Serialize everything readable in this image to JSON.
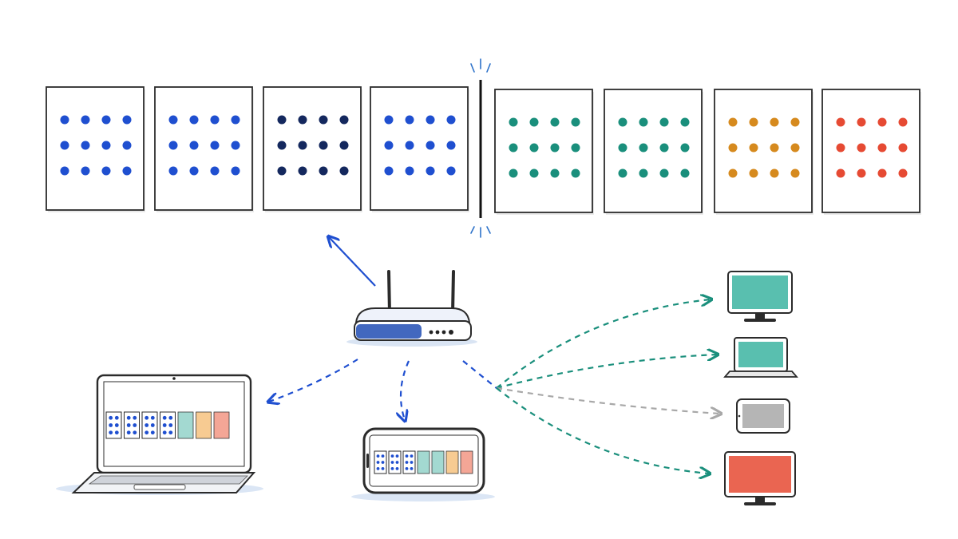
{
  "colors": {
    "blue": "#1f4fd0",
    "navy": "#14285e",
    "teal": "#1a8f7c",
    "orange": "#d68a1e",
    "red": "#e64a33",
    "gray": "#a8a8a8",
    "outline": "#222222",
    "light_teal": "#9fd8cf",
    "light_orange": "#f7c98d",
    "light_red": "#f4a291"
  },
  "top_cards": [
    {
      "dot_color": "blue"
    },
    {
      "dot_color": "blue"
    },
    {
      "dot_color": "navy"
    },
    {
      "dot_color": "blue"
    },
    {
      "dot_color": "teal"
    },
    {
      "dot_color": "teal"
    },
    {
      "dot_color": "orange"
    },
    {
      "dot_color": "red"
    }
  ],
  "laptop_tiles": [
    "blue-dots",
    "blue-dots",
    "blue-dots",
    "blue-dots",
    "light_teal",
    "light_orange",
    "light_red"
  ],
  "phone_tiles": [
    "blue-dots",
    "blue-dots",
    "blue-dots",
    "light_teal",
    "light_teal",
    "light_orange",
    "light_red"
  ],
  "router": {
    "icon": "wifi-router-icon"
  },
  "devices": [
    {
      "icon": "desktop-monitor-icon",
      "screen_color": "teal",
      "link": "teal"
    },
    {
      "icon": "laptop-icon",
      "screen_color": "teal",
      "link": "teal"
    },
    {
      "icon": "tablet-icon",
      "screen_color": "gray",
      "link": "gray"
    },
    {
      "icon": "desktop-monitor-icon",
      "screen_color": "red",
      "link": "teal"
    }
  ]
}
